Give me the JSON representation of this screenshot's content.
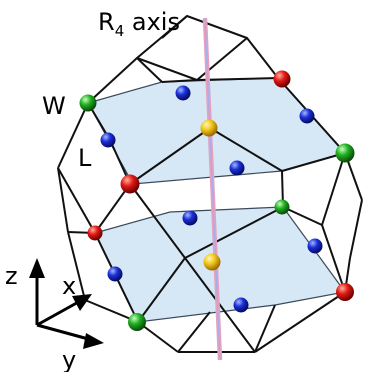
{
  "labels": {
    "axis_main": "R",
    "axis_sub": "4",
    "axis_tail": " axis",
    "point_w": "W",
    "point_l": "L",
    "coord_z": "z",
    "coord_x": "x",
    "coord_y": "y"
  },
  "colors": {
    "edge": "#111111",
    "plane_fill": "#cfe3f5",
    "plane_edge": "#3a4a5a",
    "axis_line": "#e8a0c0",
    "axis_core": "#9fb0e8",
    "red_atom": "#e01818",
    "green_atom": "#22b022",
    "blue_atom": "#1a2fd8",
    "yellow_atom": "#f2c81a"
  }
}
